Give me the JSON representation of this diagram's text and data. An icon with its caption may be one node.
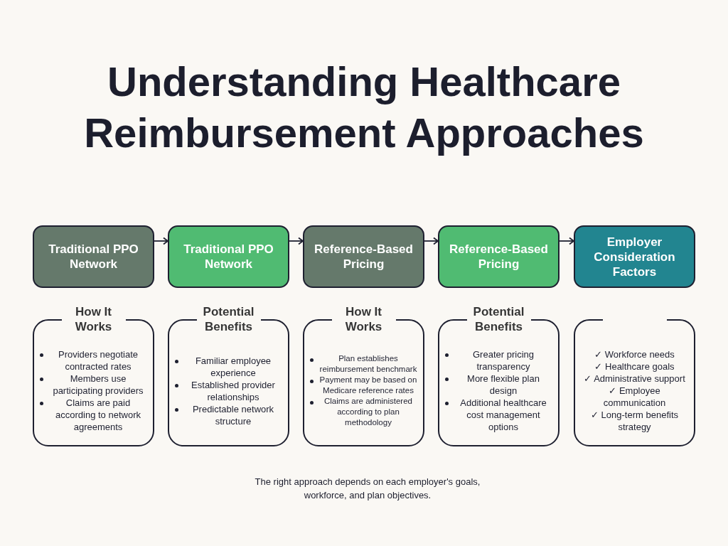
{
  "diagram": {
    "title": "Understanding Healthcare Reimbursement Approaches",
    "caption": "The right approach depends on each employer's goals, workforce, and plan objectives.",
    "nodes": [
      {
        "text": [
          "Traditional PPO Network"
        ]
      },
      {
        "text": [
          "Traditional PPO Network"
        ]
      },
      {
        "text": [
          "Reference-Based Pricing"
        ]
      },
      {
        "text": [
          "Reference-Based Pricing"
        ]
      },
      {
        "text": [
          "Employer Consideration Factors"
        ]
      },
      {
        "text": [
          "How It Works",
          "Providers negotiate contracted rates",
          "Members use participating providers",
          "Claims are paid according to network agreements"
        ]
      },
      {
        "text": [
          "Potential Benefits",
          "Familiar employee experience",
          "Established provider relationships",
          "Predictable network structure"
        ]
      },
      {
        "text": [
          "How It Works",
          "Plan establishes reimbursement benchmark",
          "Payment may be based on Medicare reference rates",
          "Claims are administered according to plan methodology"
        ]
      },
      {
        "text": [
          "Potential Benefits",
          "Greater pricing transparency",
          "More flexible plan design",
          "Additional healthcare cost management options"
        ]
      },
      {
        "text": [
          "✓ Workforce needs",
          "✓ Healthcare goals",
          "✓ Administrative support",
          "✓ Employee communication",
          "✓ Long-term benefits strategy"
        ]
      }
    ],
    "edges": [
      {
        "from": 0,
        "to": 1,
        "arrow": "to"
      },
      {
        "from": 1,
        "to": 2,
        "arrow": "to"
      },
      {
        "from": 2,
        "to": 3,
        "arrow": "to"
      },
      {
        "from": 3,
        "to": 4,
        "arrow": "to"
      }
    ]
  }
}
